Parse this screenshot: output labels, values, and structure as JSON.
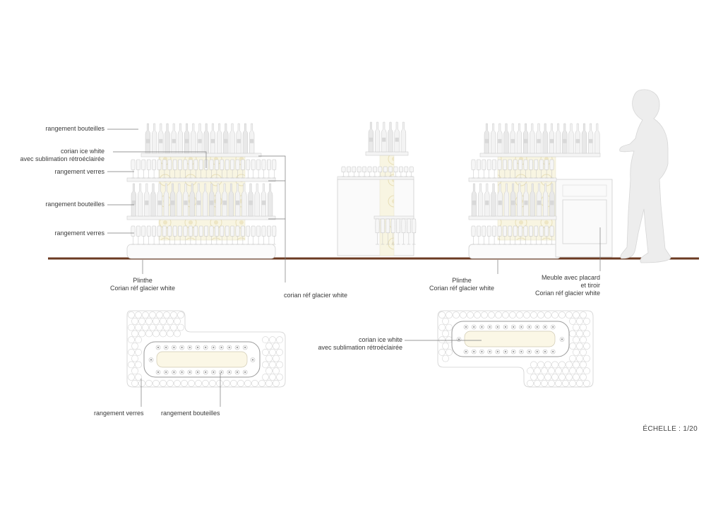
{
  "labels": {
    "rangement_bouteilles_1": "rangement bouteilles",
    "corian_ice_white_1": "corian ice white",
    "sublimation_1": "avec sublimation rétroéclairée",
    "rangement_verres_1": "rangement verres",
    "rangement_bouteilles_2": "rangement bouteilles",
    "rangement_verres_2": "rangement verres",
    "plinthe_1": "Plinthe",
    "corian_glacier_1": "Corian réf glacier white",
    "corian_glacier_center": "corian réf glacier white",
    "plinthe_2": "Plinthe",
    "corian_glacier_2": "Corian réf glacier white",
    "meuble_1": "Meuble avec placard",
    "meuble_2": "et tiroir",
    "meuble_3": "Corian réf glacier white",
    "corian_ice_white_2": "corian ice white",
    "sublimation_2": "avec sublimation rétroéclairée",
    "plan_verres": "rangement verres",
    "plan_bouteilles": "rangement bouteilles"
  },
  "scale_text": "ÉCHELLE : 1/20",
  "colors": {
    "floor": "#6b3a22",
    "line": "#8a8a8a",
    "panel": "#f7f3df",
    "outline": "#cfcfcf"
  }
}
